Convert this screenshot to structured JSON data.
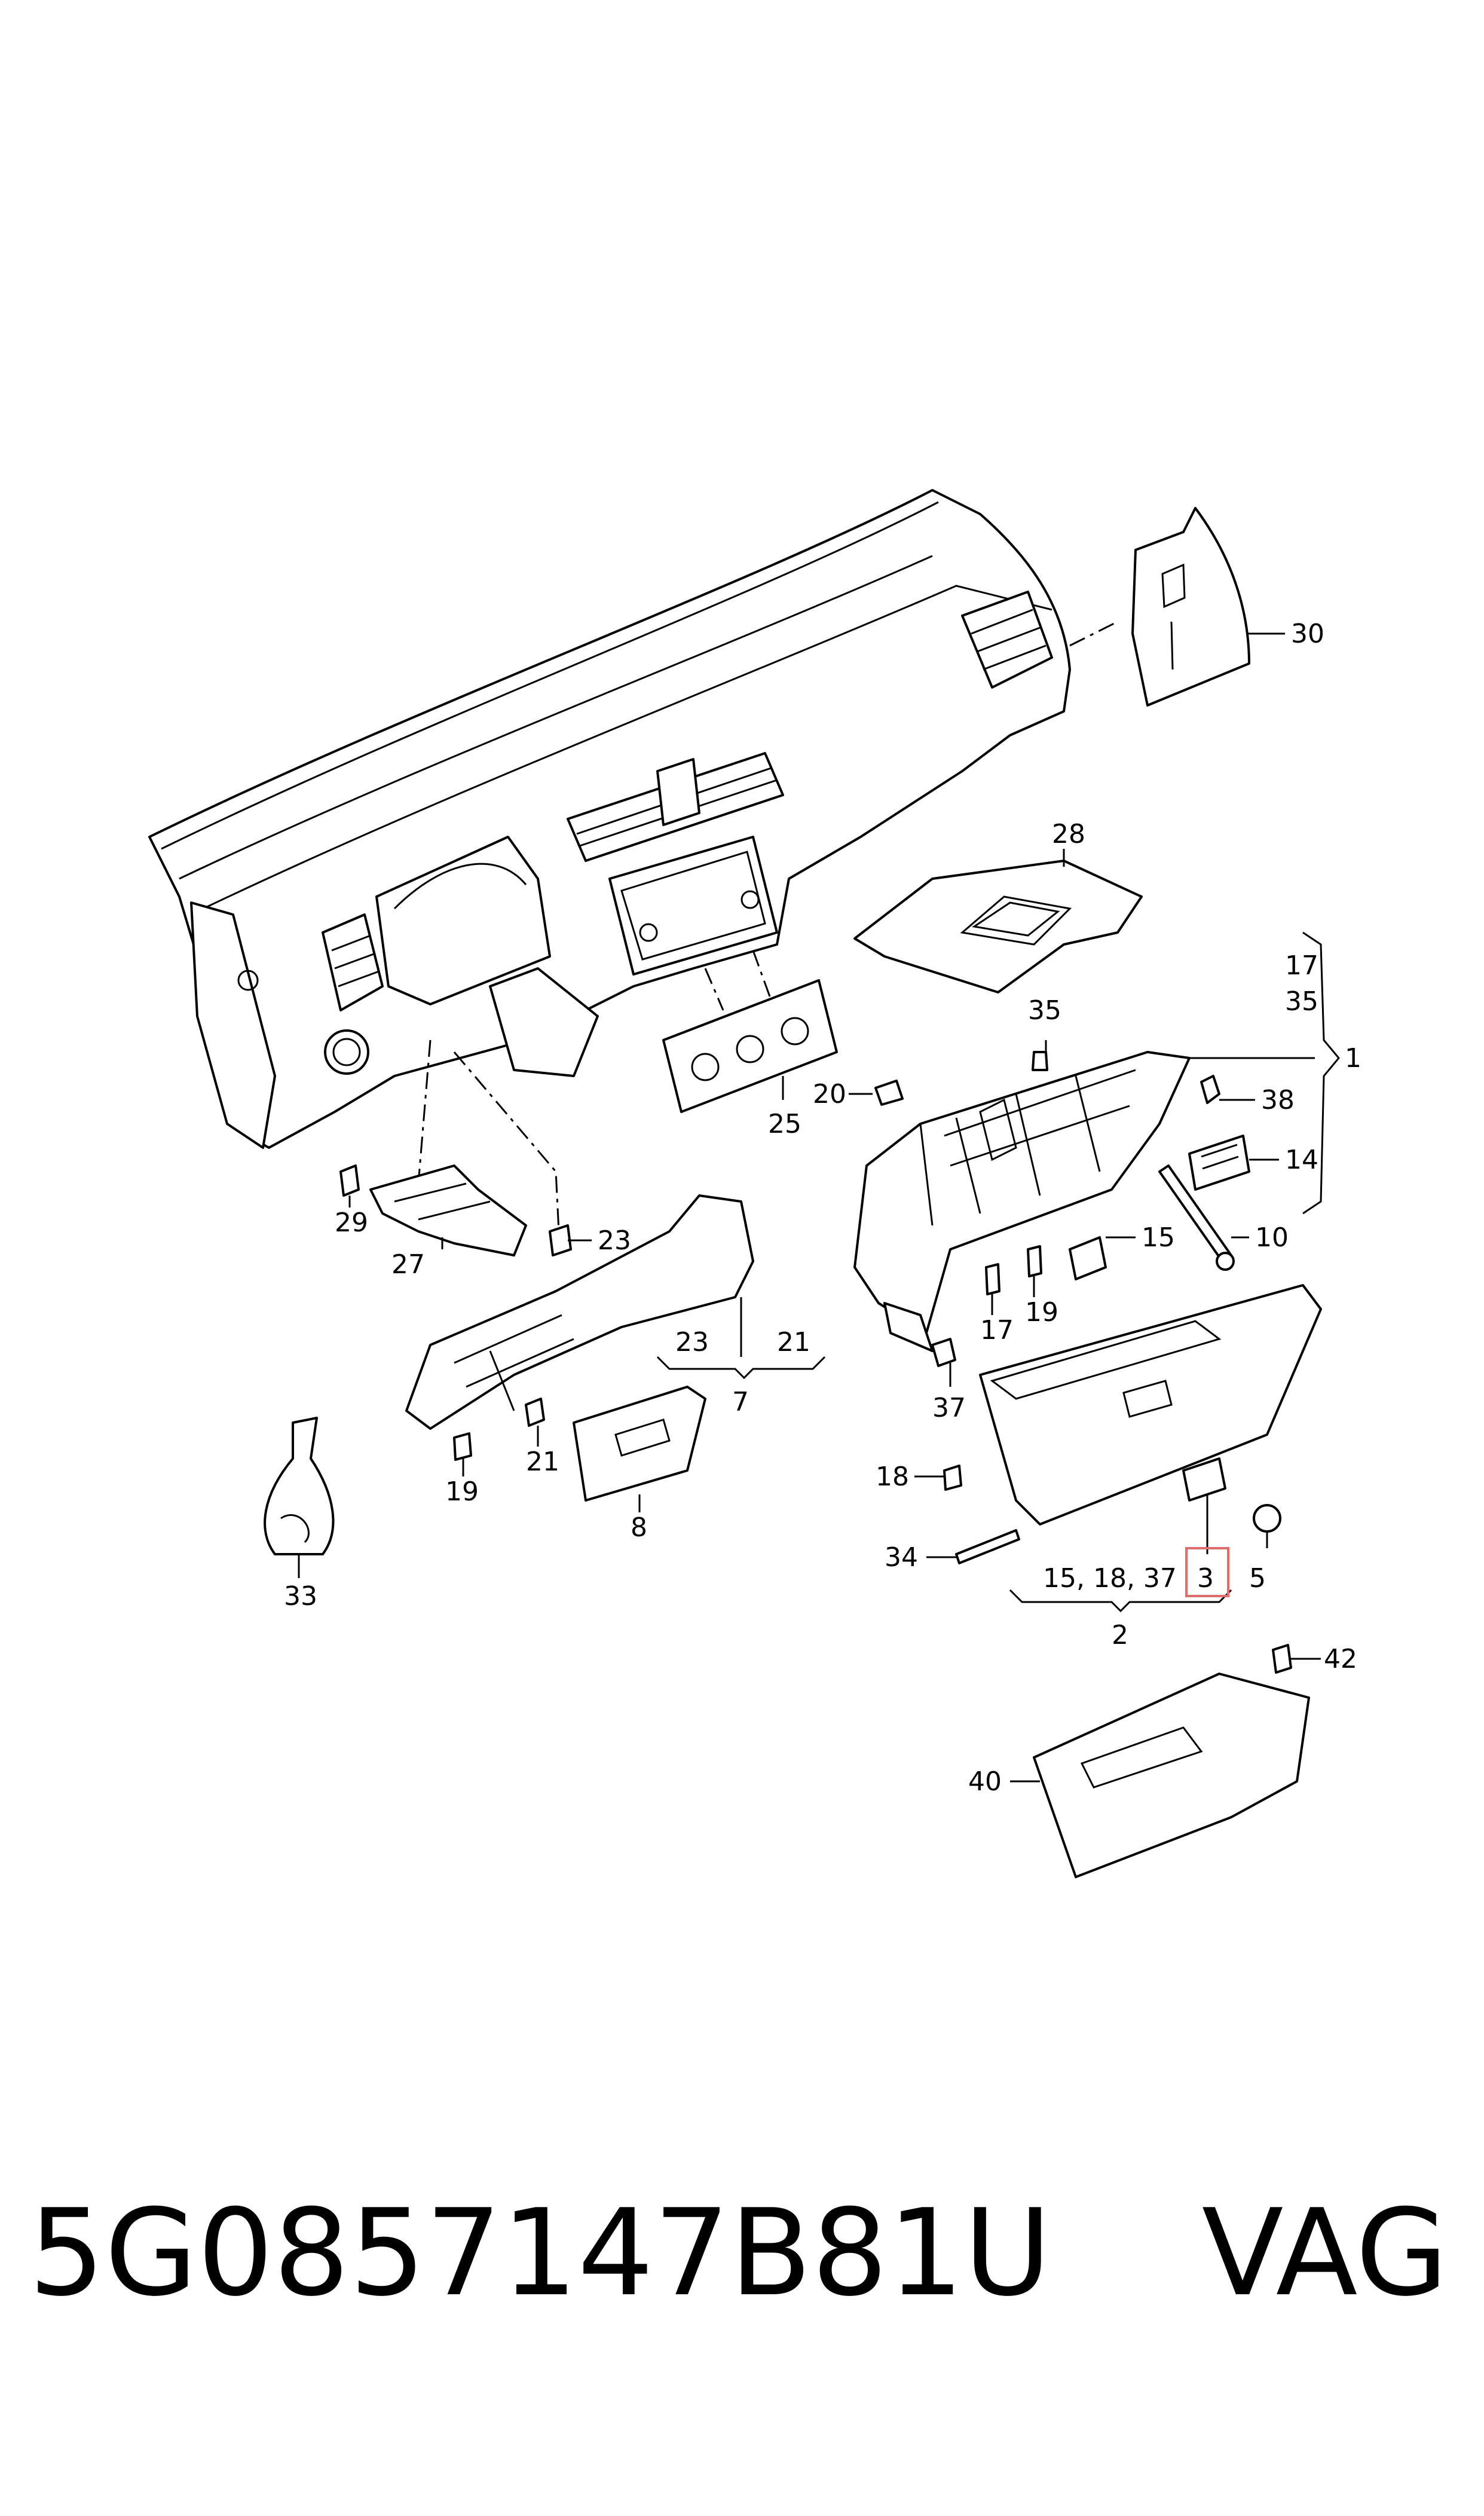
{
  "diagram": {
    "callouts": {
      "c30": "30",
      "c28": "28",
      "c17a": "17",
      "c35a": "35",
      "c1": "1",
      "c35b": "35",
      "c20": "20",
      "c38": "38",
      "c14": "14",
      "c25": "25",
      "c15a": "15",
      "c10": "10",
      "c29": "29",
      "c23a": "23",
      "c27": "27",
      "c17b": "17",
      "c19a": "19",
      "c23b": "23",
      "c21a": "21",
      "c7": "7",
      "c37": "37",
      "c18": "18",
      "c19b": "19",
      "c21b": "21",
      "c8": "8",
      "c33": "33",
      "c34": "34",
      "c15b": "15, 18, 37",
      "c3": "3",
      "c5": "5",
      "c2": "2",
      "c42": "42",
      "c40": "40"
    },
    "highlighted_callout": "3",
    "highlight_color": "#e56b6b"
  },
  "footer": {
    "part_number": "5G0857147B81U",
    "brand": "VAG"
  }
}
